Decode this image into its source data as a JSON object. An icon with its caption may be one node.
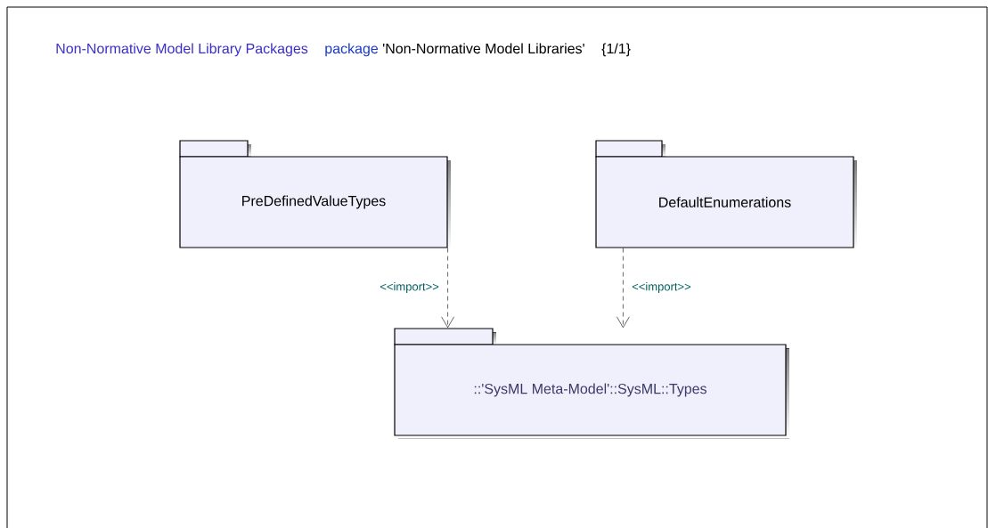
{
  "diagram": {
    "title": "Non-Normative Model Library Packages",
    "nodes": [
      {
        "text": [
          "PreDefinedValueTypes"
        ]
      },
      {
        "text": [
          "DefaultEnumerations"
        ]
      },
      {
        "text": [
          "::'SysML Meta-Model'::SysML::Types"
        ]
      }
    ],
    "edges": [
      {
        "from": 0,
        "to": 2,
        "arrow": "to",
        "style": "dashed",
        "label": "<<import>>"
      },
      {
        "from": 1,
        "to": 2,
        "arrow": "to",
        "style": "dashed",
        "label": "<<import>>"
      }
    ],
    "labels": [
      "package",
      "'Non-Normative Model Libraries'",
      "{1/1}"
    ]
  }
}
